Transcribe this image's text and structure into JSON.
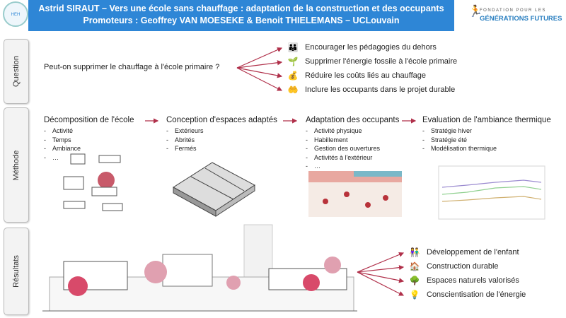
{
  "header": {
    "line1": "Astrid SIRAUT – Vers une école sans chauffage : adaptation de la construction et des occupants",
    "line2": "Promoteurs : Geoffrey VAN MOESEKE & Benoit THIELEMANS – UCLouvain"
  },
  "logo_left": "HEH",
  "logo_right": {
    "line1": "FONDATION POUR LES",
    "line2": "GÉNÉRATIONS FUTURES"
  },
  "sections": {
    "question": "Question",
    "methode": "Méthode",
    "resultats": "Résultats"
  },
  "question": {
    "text": "Peut-on supprimer le chauffage à l'école primaire ?",
    "answers": [
      {
        "icon": "family-icon",
        "glyph": "👪",
        "label": "Encourager les pédagogies du dehors"
      },
      {
        "icon": "plant-icon",
        "glyph": "🌱",
        "label": "Supprimer l'énergie fossile à l'école primaire"
      },
      {
        "icon": "money-icon",
        "glyph": "💰",
        "label": "Réduire les coûts liés au chauffage"
      },
      {
        "icon": "hand-leaf-icon",
        "glyph": "🤲",
        "label": "Inclure les occupants dans le projet durable"
      }
    ]
  },
  "methode": [
    {
      "title": "Décomposition de l'école",
      "items": [
        "Activité",
        "Temps",
        "Ambiance",
        "…"
      ]
    },
    {
      "title": "Conception d'espaces adaptés",
      "items": [
        "Extérieurs",
        "Abrités",
        "Fermés"
      ]
    },
    {
      "title": "Adaptation des occupants",
      "items": [
        "Activité physique",
        "Habillement",
        "Gestion des ouvertures",
        "Activités à l'extérieur",
        "…"
      ]
    },
    {
      "title": "Evaluation de l'ambiance thermique",
      "items": [
        "Stratégie hiver",
        "Stratégie été",
        "Modélisation thermique"
      ]
    }
  ],
  "resultats": [
    {
      "icon": "children-icon",
      "glyph": "👫",
      "label": "Développement de l'enfant"
    },
    {
      "icon": "house-icon",
      "glyph": "🏠",
      "label": "Construction durable"
    },
    {
      "icon": "landscape-icon",
      "glyph": "🌳",
      "label": "Espaces naturels valorisés"
    },
    {
      "icon": "bulb-icon",
      "glyph": "💡",
      "label": "Conscientisation de l'énergie"
    }
  ],
  "colors": {
    "header": "#2e86d6",
    "arrow": "#b0304a"
  }
}
